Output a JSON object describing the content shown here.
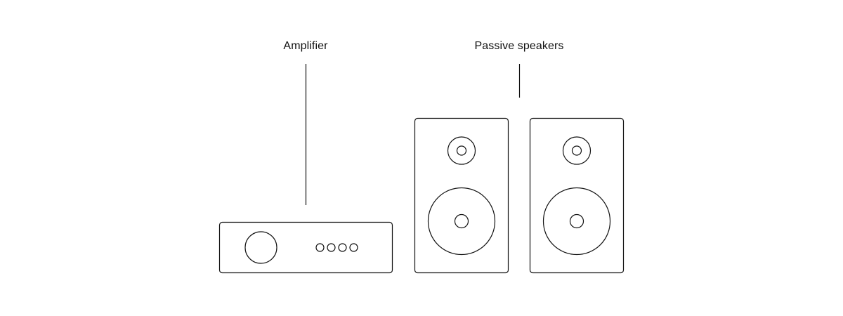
{
  "labels": {
    "amplifier": "Amplifier",
    "speakers": "Passive speakers"
  },
  "components": [
    {
      "name": "amplifier",
      "parts": [
        "volume-knob",
        "button",
        "button",
        "button",
        "button"
      ]
    },
    {
      "name": "speaker-left",
      "parts": [
        "tweeter",
        "woofer"
      ]
    },
    {
      "name": "speaker-right",
      "parts": [
        "tweeter",
        "woofer"
      ]
    }
  ],
  "colors": {
    "line": "#111111",
    "background": "#ffffff"
  }
}
